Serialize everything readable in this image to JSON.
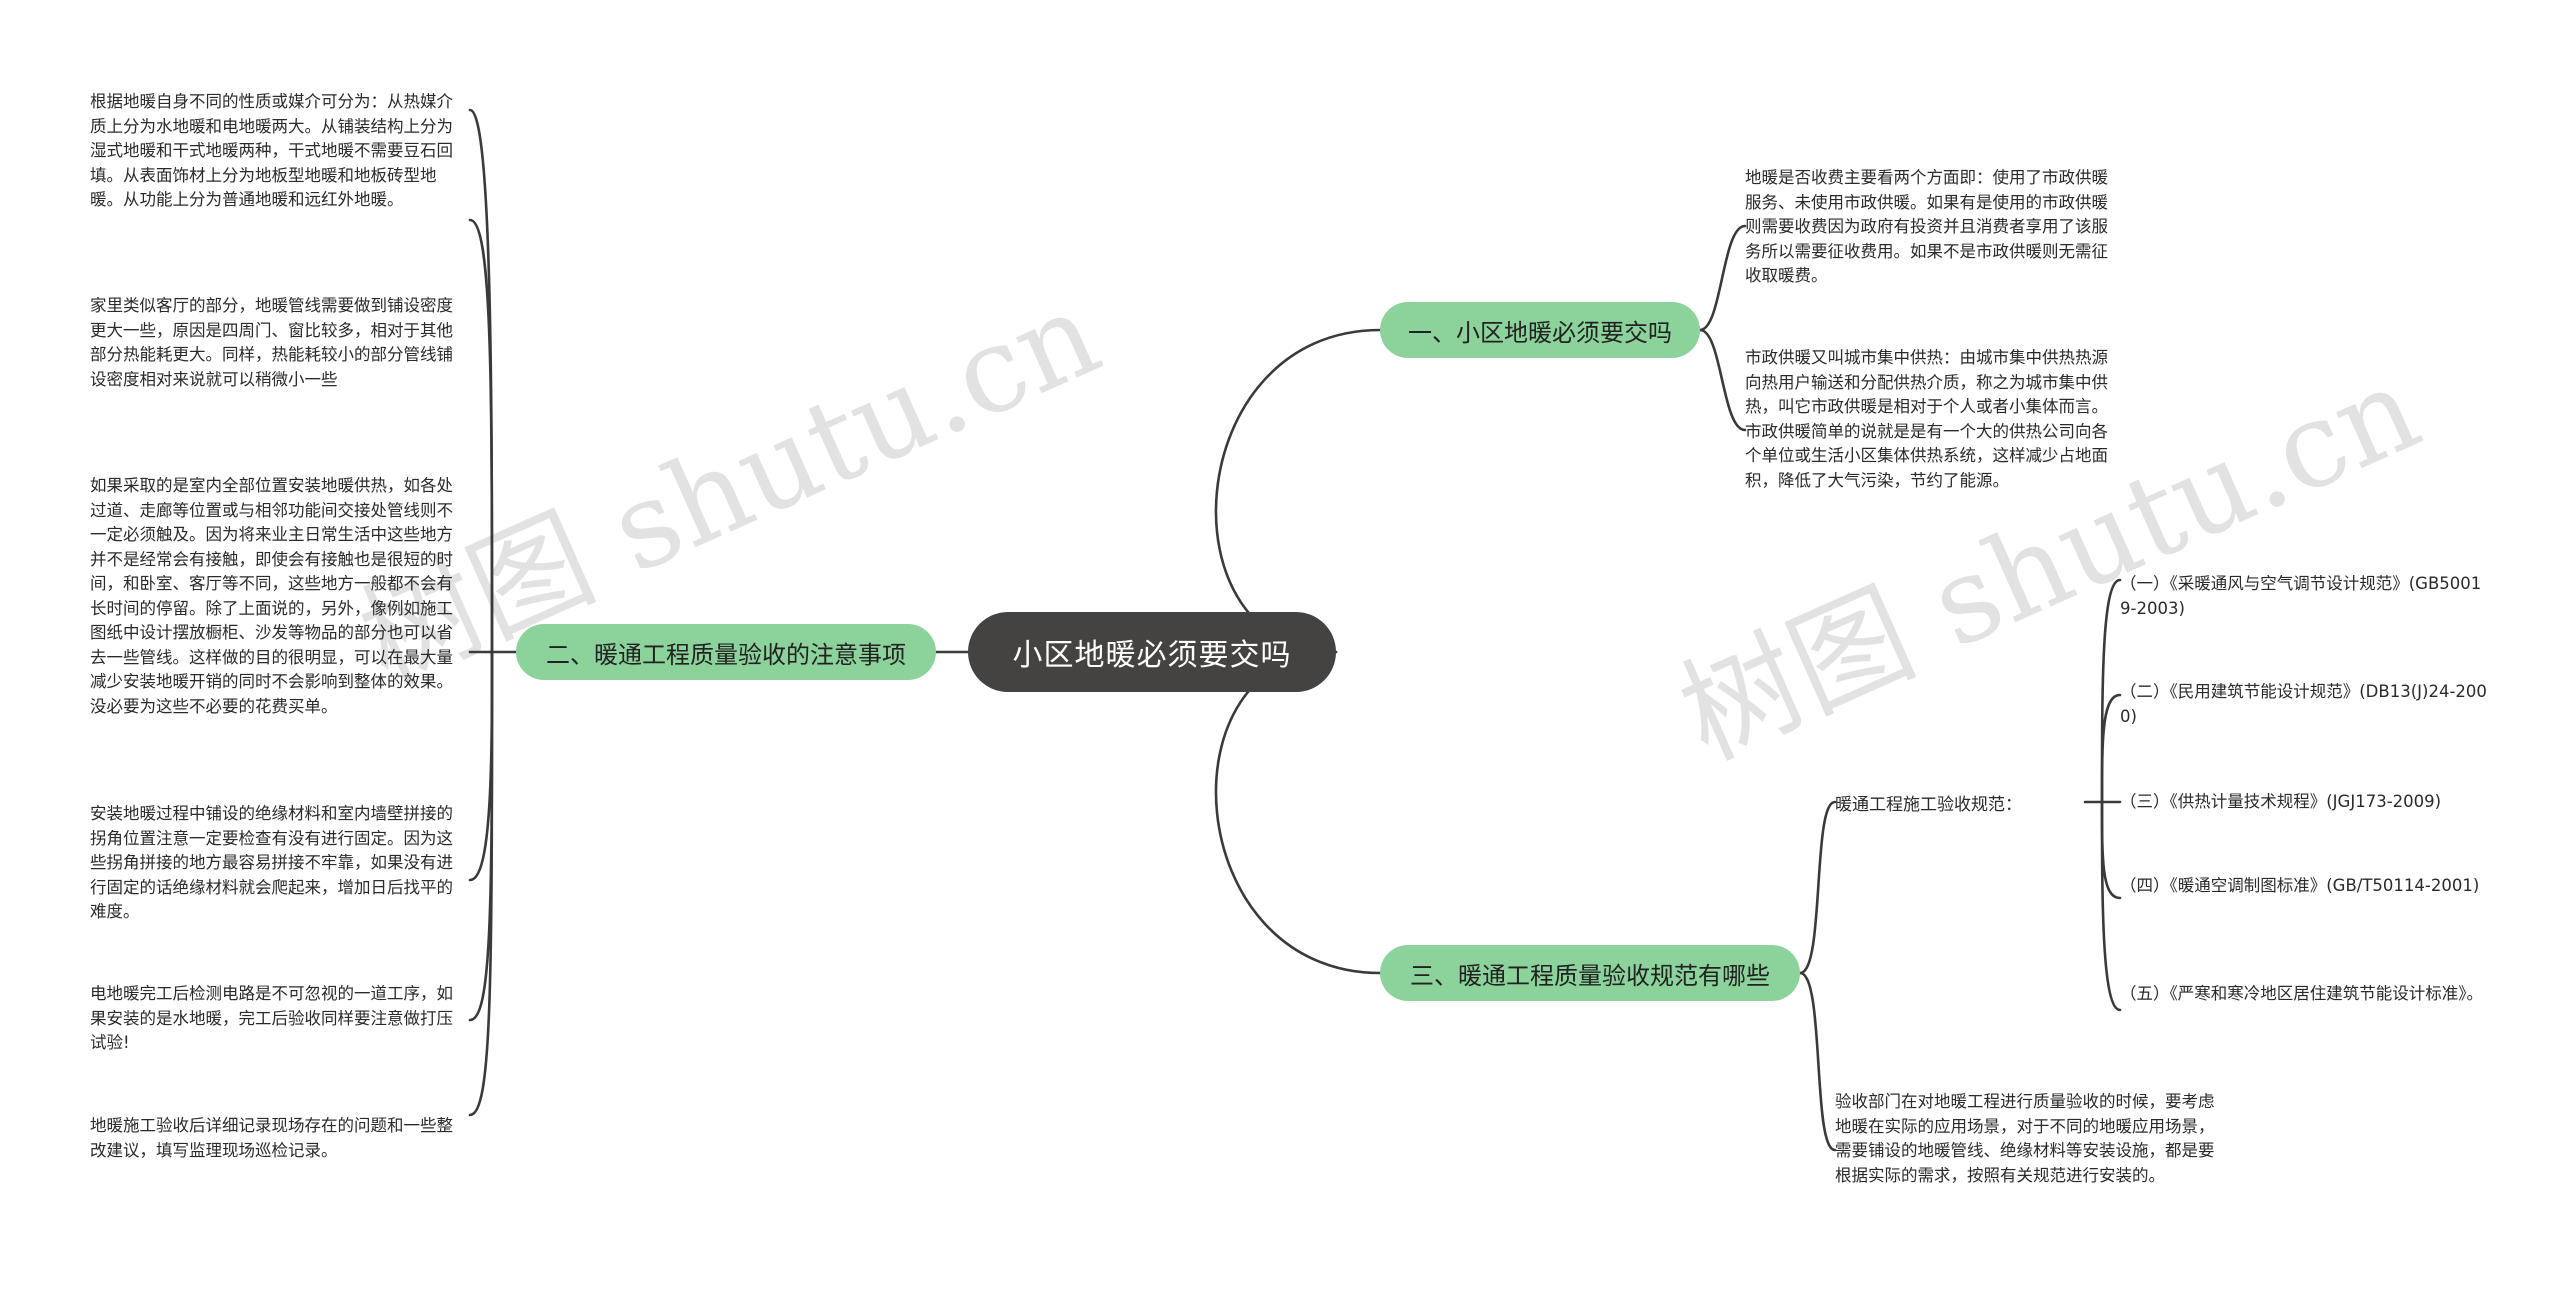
{
  "root": {
    "label": "小区地暖必须要交吗"
  },
  "branches": [
    {
      "label": "一、小区地暖必须要交吗",
      "items": [
        "地暖是否收费主要看两个方面即：使用了市政供暖服务、未使用市政供暖。如果有是使用的市政供暖则需要收费因为政府有投资并且消费者享用了该服务所以需要征收费用。如果不是市政供暖则无需征收取暖费。",
        "市政供暖又叫城市集中供热：由城市集中供热热源向热用户输送和分配供热介质，称之为城市集中供热，叫它市政供暖是相对于个人或者小集体而言。市政供暖简单的说就是是有一个大的供热公司向各个单位或生活小区集体供热系统，这样减少占地面积，降低了大气污染，节约了能源。"
      ]
    },
    {
      "label": "二、暖通工程质量验收的注意事项",
      "items": [
        "根据地暖自身不同的性质或媒介可分为：从热媒介质上分为水地暖和电地暖两大。从铺装结构上分为湿式地暖和干式地暖两种，干式地暖不需要豆石回填。从表面饰材上分为地板型地暖和地板砖型地暖。从功能上分为普通地暖和远红外地暖。",
        "家里类似客厅的部分，地暖管线需要做到铺设密度更大一些，原因是四周门、窗比较多，相对于其他部分热能耗更大。同样，热能耗较小的部分管线铺设密度相对来说就可以稍微小一些",
        "如果采取的是室内全部位置安装地暖供热，如各处过道、走廊等位置或与相邻功能间交接处管线则不一定必须触及。因为将来业主日常生活中这些地方并不是经常会有接触，即使会有接触也是很短的时间，和卧室、客厅等不同，这些地方一般都不会有长时间的停留。除了上面说的，另外，像例如施工图纸中设计摆放橱柜、沙发等物品的部分也可以省去一些管线。这样做的目的很明显，可以在最大量减少安装地暖开销的同时不会影响到整体的效果。没必要为这些不必要的花费买单。",
        "安装地暖过程中铺设的绝缘材料和室内墙壁拼接的拐角位置注意一定要检查有没有进行固定。因为这些拐角拼接的地方最容易拼接不牢靠，如果没有进行固定的话绝缘材料就会爬起来，增加日后找平的难度。",
        "电地暖完工后检测电路是不可忽视的一道工序，如果安装的是水地暖，完工后验收同样要注意做打压试验!",
        "地暖施工验收后详细记录现场存在的问题和一些整改建议，填写监理现场巡检记录。"
      ]
    },
    {
      "label": "三、暖通工程质量验收规范有哪些",
      "sub_label": "暖通工程施工验收规范：",
      "sub_items": [
        "（一）《采暖通风与空气调节设计规范》(GB50019-2003)",
        "（二）《民用建筑节能设计规范》(DB13(J)24-2000)",
        "（三）《供热计量技术规程》(JGJ173-2009)",
        "（四）《暖通空调制图标准》(GB/T50114-2001)",
        "（五）《严寒和寒冷地区居住建筑节能设计标准》。"
      ],
      "items": [
        "验收部门在对地暖工程进行质量验收的时候，要考虑地暖在实际的应用场景，对于不同的地暖应用场景，需要铺设的地暖管线、绝缘材料等安装设施，都是要根据实际的需求，按照有关规范进行安装的。"
      ]
    }
  ],
  "watermark": {
    "text": "树图 shutu.cn"
  }
}
